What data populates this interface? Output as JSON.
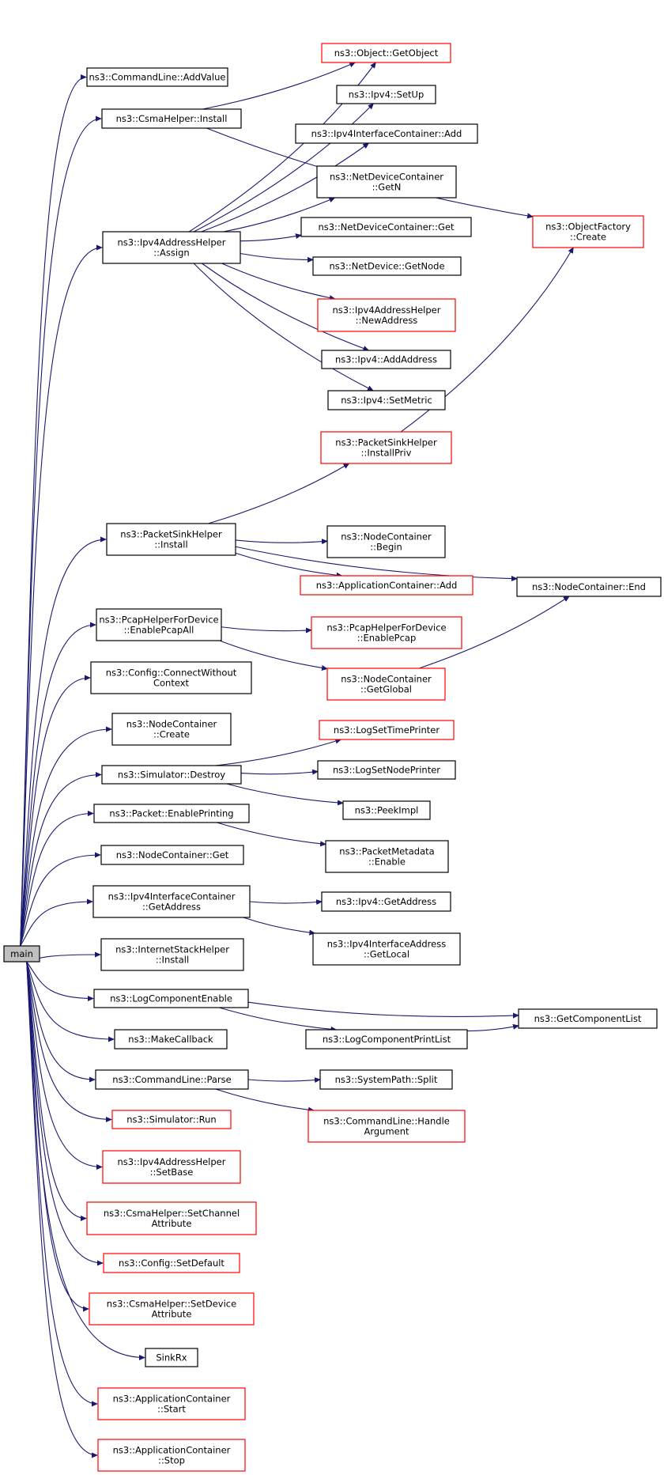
{
  "colors": {
    "edge": "#191970",
    "node_border": "#000000",
    "node_border_truncated": "#ff0000",
    "root_fill": "#bfbfbf",
    "background": "#ffffff"
  },
  "nodes": [
    {
      "id": "main",
      "lines": [
        "main"
      ],
      "style": "root"
    },
    {
      "id": "cl_addvalue",
      "lines": [
        "ns3::CommandLine::AddValue"
      ],
      "style": "black"
    },
    {
      "id": "csma_install",
      "lines": [
        "ns3::CsmaHelper::Install"
      ],
      "style": "black"
    },
    {
      "id": "ipv4ah_assign",
      "lines": [
        "ns3::Ipv4AddressHelper",
        "::Assign"
      ],
      "style": "black"
    },
    {
      "id": "psh_install",
      "lines": [
        "ns3::PacketSinkHelper",
        "::Install"
      ],
      "style": "black"
    },
    {
      "id": "pcap_enableall",
      "lines": [
        "ns3::PcapHelperForDevice",
        "::EnablePcapAll"
      ],
      "style": "black"
    },
    {
      "id": "cfg_connect",
      "lines": [
        "ns3::Config::ConnectWithout",
        "Context"
      ],
      "style": "black"
    },
    {
      "id": "nc_create",
      "lines": [
        "ns3::NodeContainer",
        "::Create"
      ],
      "style": "black"
    },
    {
      "id": "sim_destroy",
      "lines": [
        "ns3::Simulator::Destroy"
      ],
      "style": "black"
    },
    {
      "id": "pkt_enableprinting",
      "lines": [
        "ns3::Packet::EnablePrinting"
      ],
      "style": "black"
    },
    {
      "id": "nc_get",
      "lines": [
        "ns3::NodeContainer::Get"
      ],
      "style": "black"
    },
    {
      "id": "ipv4ic_getaddress",
      "lines": [
        "ns3::Ipv4InterfaceContainer",
        "::GetAddress"
      ],
      "style": "black"
    },
    {
      "id": "ish_install",
      "lines": [
        "ns3::InternetStackHelper",
        "::Install"
      ],
      "style": "black"
    },
    {
      "id": "log_compenable",
      "lines": [
        "ns3::LogComponentEnable"
      ],
      "style": "black"
    },
    {
      "id": "makecallback",
      "lines": [
        "ns3::MakeCallback"
      ],
      "style": "black"
    },
    {
      "id": "cl_parse",
      "lines": [
        "ns3::CommandLine::Parse"
      ],
      "style": "black"
    },
    {
      "id": "sim_run",
      "lines": [
        "ns3::Simulator::Run"
      ],
      "style": "red"
    },
    {
      "id": "ipv4ah_setbase",
      "lines": [
        "ns3::Ipv4AddressHelper",
        "::SetBase"
      ],
      "style": "red"
    },
    {
      "id": "csma_setchannelattr",
      "lines": [
        "ns3::CsmaHelper::SetChannel",
        "Attribute"
      ],
      "style": "red"
    },
    {
      "id": "cfg_setdefault",
      "lines": [
        "ns3::Config::SetDefault"
      ],
      "style": "red"
    },
    {
      "id": "csma_setdeviceattr",
      "lines": [
        "ns3::CsmaHelper::SetDevice",
        "Attribute"
      ],
      "style": "red"
    },
    {
      "id": "sinkrx",
      "lines": [
        "SinkRx"
      ],
      "style": "black"
    },
    {
      "id": "ac_start",
      "lines": [
        "ns3::ApplicationContainer",
        "::Start"
      ],
      "style": "red"
    },
    {
      "id": "ac_stop",
      "lines": [
        "ns3::ApplicationContainer",
        "::Stop"
      ],
      "style": "red"
    },
    {
      "id": "obj_getobject",
      "lines": [
        "ns3::Object::GetObject"
      ],
      "style": "red"
    },
    {
      "id": "ipv4_setup",
      "lines": [
        "ns3::Ipv4::SetUp"
      ],
      "style": "black"
    },
    {
      "id": "ipv4ic_add",
      "lines": [
        "ns3::Ipv4InterfaceContainer::Add"
      ],
      "style": "black"
    },
    {
      "id": "ndc_getn",
      "lines": [
        "ns3::NetDeviceContainer",
        "::GetN"
      ],
      "style": "black"
    },
    {
      "id": "ndc_get",
      "lines": [
        "ns3::NetDeviceContainer::Get"
      ],
      "style": "black"
    },
    {
      "id": "nd_getnode",
      "lines": [
        "ns3::NetDevice::GetNode"
      ],
      "style": "black"
    },
    {
      "id": "ipv4ah_newaddress",
      "lines": [
        "ns3::Ipv4AddressHelper",
        "::NewAddress"
      ],
      "style": "red"
    },
    {
      "id": "ipv4_addaddress",
      "lines": [
        "ns3::Ipv4::AddAddress"
      ],
      "style": "black"
    },
    {
      "id": "ipv4_setmetric",
      "lines": [
        "ns3::Ipv4::SetMetric"
      ],
      "style": "black"
    },
    {
      "id": "psh_installpriv",
      "lines": [
        "ns3::PacketSinkHelper",
        "::InstallPriv"
      ],
      "style": "red"
    },
    {
      "id": "nc_begin",
      "lines": [
        "ns3::NodeContainer",
        "::Begin"
      ],
      "style": "black"
    },
    {
      "id": "ac_add",
      "lines": [
        "ns3::ApplicationContainer::Add"
      ],
      "style": "red"
    },
    {
      "id": "pcap_enablepcap",
      "lines": [
        "ns3::PcapHelperForDevice",
        "::EnablePcap"
      ],
      "style": "red"
    },
    {
      "id": "nc_getglobal",
      "lines": [
        "ns3::NodeContainer",
        "::GetGlobal"
      ],
      "style": "red"
    },
    {
      "id": "log_settimeprinter",
      "lines": [
        "ns3::LogSetTimePrinter"
      ],
      "style": "red"
    },
    {
      "id": "log_setnodeprinter",
      "lines": [
        "ns3::LogSetNodePrinter"
      ],
      "style": "black"
    },
    {
      "id": "peekimpl",
      "lines": [
        "ns3::PeekImpl"
      ],
      "style": "black"
    },
    {
      "id": "pmd_enable",
      "lines": [
        "ns3::PacketMetadata",
        "::Enable"
      ],
      "style": "black"
    },
    {
      "id": "ipv4_getaddress",
      "lines": [
        "ns3::Ipv4::GetAddress"
      ],
      "style": "black"
    },
    {
      "id": "ipv4ia_getlocal",
      "lines": [
        "ns3::Ipv4InterfaceAddress",
        "::GetLocal"
      ],
      "style": "black"
    },
    {
      "id": "log_comppl",
      "lines": [
        "ns3::LogComponentPrintList"
      ],
      "style": "black"
    },
    {
      "id": "sp_split",
      "lines": [
        "ns3::SystemPath::Split"
      ],
      "style": "black"
    },
    {
      "id": "cl_handlearg",
      "lines": [
        "ns3::CommandLine::Handle",
        "Argument"
      ],
      "style": "red"
    },
    {
      "id": "of_create",
      "lines": [
        "ns3::ObjectFactory",
        "::Create"
      ],
      "style": "red"
    },
    {
      "id": "nc_end",
      "lines": [
        "ns3::NodeContainer::End"
      ],
      "style": "black"
    },
    {
      "id": "getcomplist",
      "lines": [
        "ns3::GetComponentList"
      ],
      "style": "black"
    }
  ],
  "edges": [
    [
      "main",
      "cl_addvalue"
    ],
    [
      "main",
      "csma_install"
    ],
    [
      "main",
      "ipv4ah_assign"
    ],
    [
      "main",
      "psh_install"
    ],
    [
      "main",
      "pcap_enableall"
    ],
    [
      "main",
      "cfg_connect"
    ],
    [
      "main",
      "nc_create"
    ],
    [
      "main",
      "sim_destroy"
    ],
    [
      "main",
      "pkt_enableprinting"
    ],
    [
      "main",
      "nc_get"
    ],
    [
      "main",
      "ipv4ic_getaddress"
    ],
    [
      "main",
      "ish_install"
    ],
    [
      "main",
      "log_compenable"
    ],
    [
      "main",
      "makecallback"
    ],
    [
      "main",
      "cl_parse"
    ],
    [
      "main",
      "sim_run"
    ],
    [
      "main",
      "ipv4ah_setbase"
    ],
    [
      "main",
      "csma_setchannelattr"
    ],
    [
      "main",
      "cfg_setdefault"
    ],
    [
      "main",
      "csma_setdeviceattr"
    ],
    [
      "main",
      "sinkrx"
    ],
    [
      "main",
      "ac_start"
    ],
    [
      "main",
      "ac_stop"
    ],
    [
      "csma_install",
      "obj_getobject"
    ],
    [
      "csma_install",
      "of_create"
    ],
    [
      "ipv4ah_assign",
      "obj_getobject"
    ],
    [
      "ipv4ah_assign",
      "ipv4_setup"
    ],
    [
      "ipv4ah_assign",
      "ipv4ic_add"
    ],
    [
      "ipv4ah_assign",
      "ndc_getn"
    ],
    [
      "ipv4ah_assign",
      "ndc_get"
    ],
    [
      "ipv4ah_assign",
      "nd_getnode"
    ],
    [
      "ipv4ah_assign",
      "ipv4ah_newaddress"
    ],
    [
      "ipv4ah_assign",
      "ipv4_addaddress"
    ],
    [
      "ipv4ah_assign",
      "ipv4_setmetric"
    ],
    [
      "psh_install",
      "psh_installpriv"
    ],
    [
      "psh_install",
      "nc_end"
    ],
    [
      "psh_install",
      "nc_begin"
    ],
    [
      "psh_install",
      "ac_add"
    ],
    [
      "psh_installpriv",
      "of_create"
    ],
    [
      "pcap_enableall",
      "pcap_enablepcap"
    ],
    [
      "pcap_enableall",
      "nc_getglobal"
    ],
    [
      "nc_getglobal",
      "nc_end"
    ],
    [
      "sim_destroy",
      "log_settimeprinter"
    ],
    [
      "sim_destroy",
      "log_setnodeprinter"
    ],
    [
      "sim_destroy",
      "peekimpl"
    ],
    [
      "pkt_enableprinting",
      "pmd_enable"
    ],
    [
      "ipv4ic_getaddress",
      "ipv4_getaddress"
    ],
    [
      "ipv4ic_getaddress",
      "ipv4ia_getlocal"
    ],
    [
      "log_compenable",
      "getcomplist"
    ],
    [
      "log_compenable",
      "log_comppl"
    ],
    [
      "log_comppl",
      "getcomplist"
    ],
    [
      "cl_parse",
      "sp_split"
    ],
    [
      "cl_parse",
      "cl_handlearg"
    ]
  ]
}
